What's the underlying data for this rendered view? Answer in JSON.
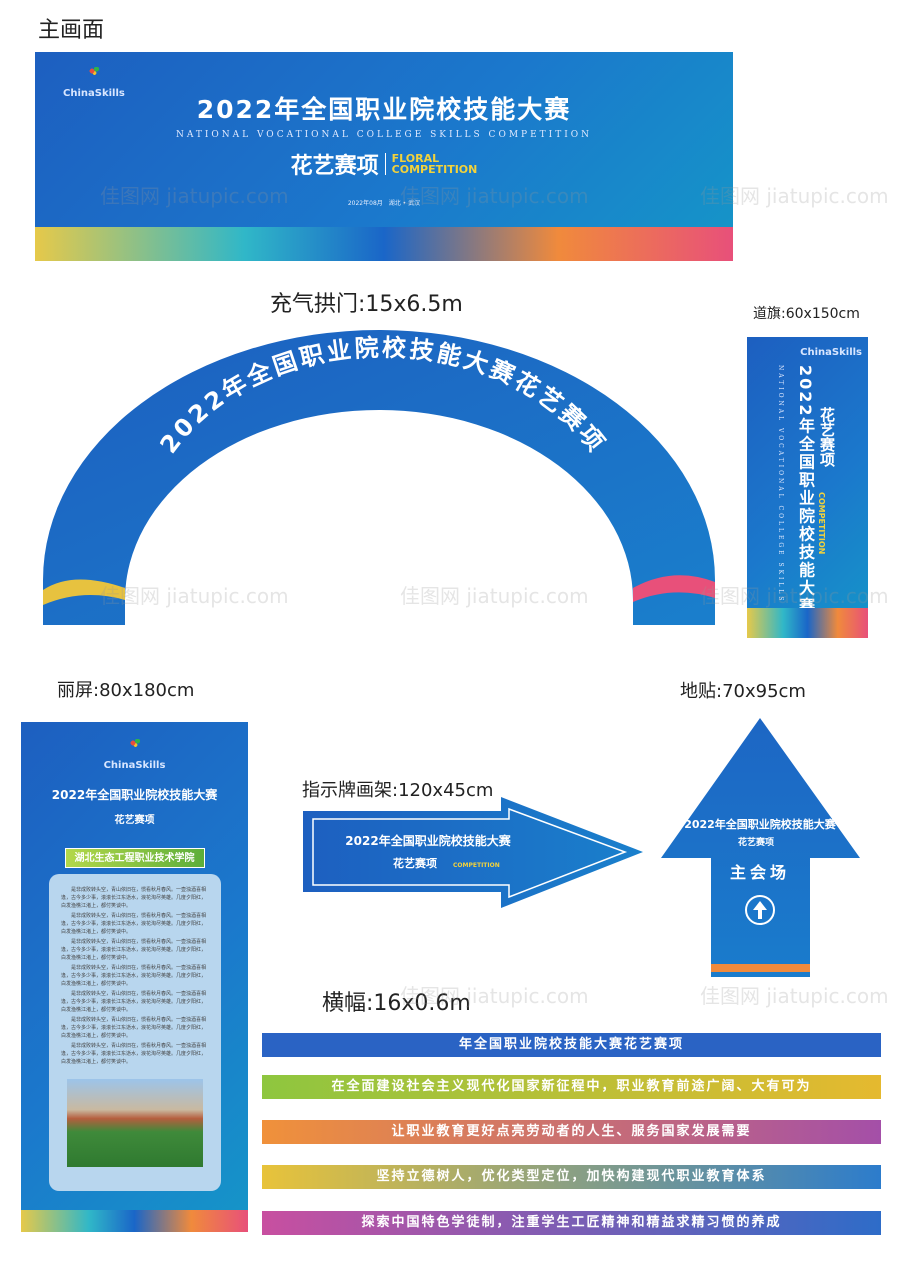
{
  "labels": {
    "main": "主画面",
    "arch": "充气拱门:15x6.5m",
    "flag": "道旗:60x150cm",
    "rollup": "丽屏:80x180cm",
    "floor": "地贴:70x95cm",
    "sign": "指示牌画架:120x45cm",
    "banner": "横幅:16x0.6m"
  },
  "event": {
    "title": "2022年全国职业院校技能大赛",
    "title_en": "NATIONAL VOCATIONAL COLLEGE SKILLS COMPETITION",
    "subtitle": "花艺赛项",
    "subtitle_en_1": "FLORAL",
    "subtitle_en_2": "COMPETITION",
    "date_place": "2022年08月　湖北 • 武汉",
    "logo": "ChinaSkills",
    "arch_text": "2022年全国职业院校技能大赛花艺赛项"
  },
  "rollup": {
    "school": "湖北生态工程职业技术学院",
    "body": "是非成败转头空，青山依旧在，惯看秋月春风。一壶浊酒喜相逢，古今多少事，滚滚长江东逝水，浪花淘尽英雄。几度夕阳红，白发渔樵江渚上，都付笑谈中。"
  },
  "floor": {
    "venue": "主会场",
    "icon": "arrow-up-circle-icon"
  },
  "banners": [
    {
      "text": "年全国职业院校技能大赛花艺赛项",
      "colors": [
        "#2a63c4",
        "#2a63c4"
      ]
    },
    {
      "text": "在全面建设社会主义现代化国家新征程中，职业教育前途广阔、大有可为",
      "colors": [
        "#8ec63f",
        "#e5b92f"
      ]
    },
    {
      "text": "让职业教育更好点亮劳动者的人生、服务国家发展需要",
      "colors": [
        "#f0913a",
        "#a44fa8"
      ]
    },
    {
      "text": "坚持立德树人，优化类型定位，加快构建现代职业教育体系",
      "colors": [
        "#e8c33a",
        "#2c7ccc"
      ]
    },
    {
      "text": "探索中国特色学徒制，注重学生工匠精神和精益求精习惯的养成",
      "colors": [
        "#c84fa0",
        "#2e6cc8"
      ]
    }
  ],
  "watermark": "佳图网 jiatupic.com"
}
